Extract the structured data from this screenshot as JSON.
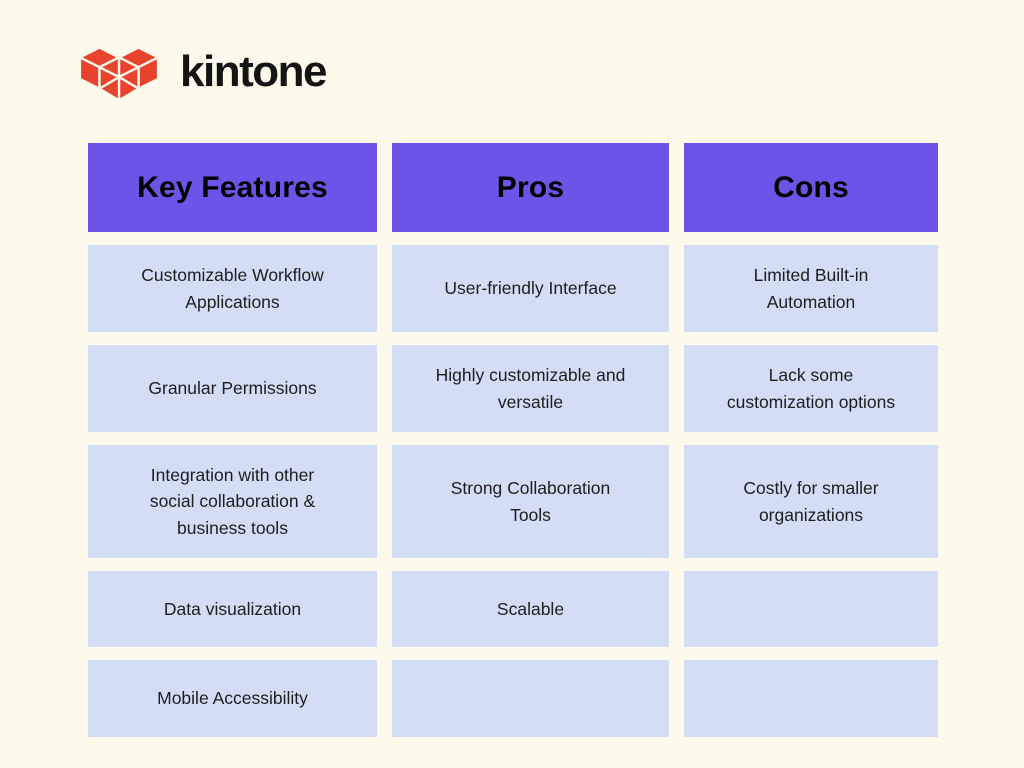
{
  "brand": {
    "name": "kintone",
    "logo_icon": "kintone-cubes-heart",
    "logo_color": "#E8432D"
  },
  "colors": {
    "page_background": "#FDF9EB",
    "header_background": "#6D53E8",
    "cell_background": "#D3DDF6",
    "header_text": "#000000",
    "cell_text": "#1E1E1E"
  },
  "table": {
    "columns": [
      "Key Features",
      "Pros",
      "Cons"
    ],
    "rows": [
      [
        "Customizable Workflow\nApplications",
        "User-friendly Interface",
        "Limited Built-in\nAutomation"
      ],
      [
        "Granular Permissions",
        "Highly customizable and\nversatile",
        "Lack some\ncustomization options"
      ],
      [
        "Integration with other\nsocial collaboration &\nbusiness tools",
        "Strong Collaboration\nTools",
        "Costly for smaller\norganizations"
      ],
      [
        "Data visualization",
        "Scalable",
        ""
      ],
      [
        "Mobile Accessibility",
        "",
        ""
      ]
    ]
  }
}
